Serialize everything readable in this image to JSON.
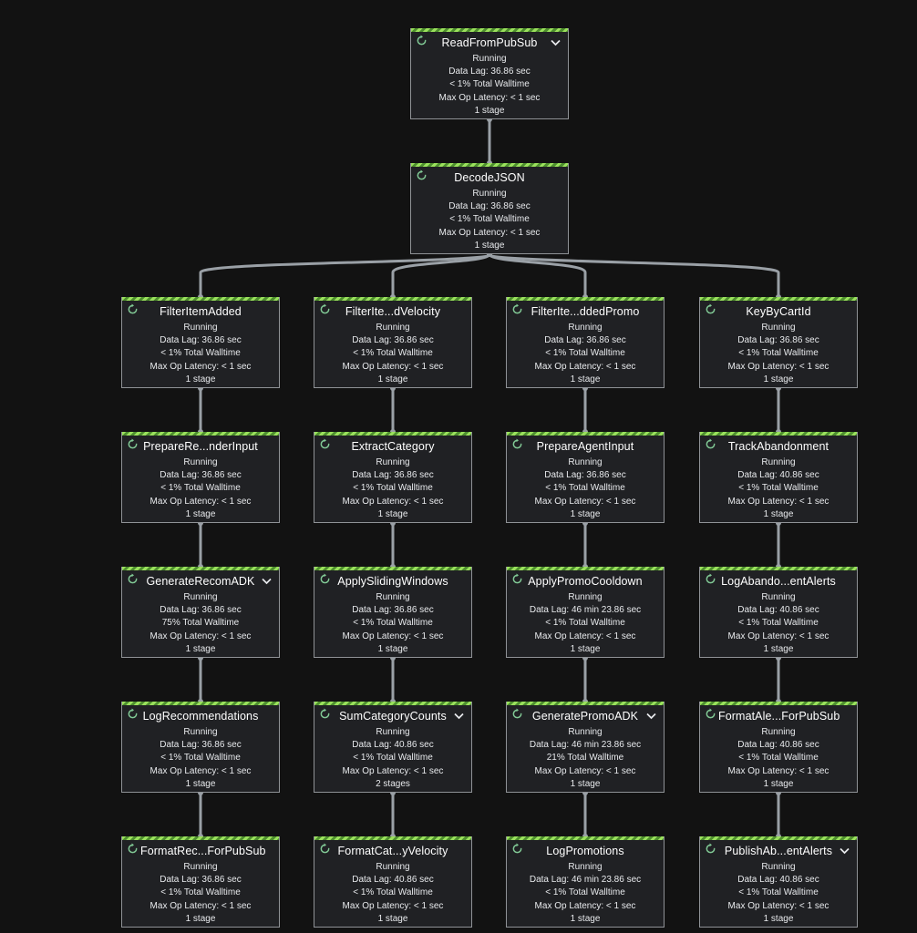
{
  "nodes": [
    {
      "id": "n0",
      "title": "ReadFromPubSub",
      "status": "Running",
      "lag": "Data Lag: 36.86 sec",
      "walltime": "< 1% Total Walltime",
      "latency": "Max Op Latency: < 1 sec",
      "stages": "1 stage",
      "expand": true
    },
    {
      "id": "n1",
      "title": "DecodeJSON",
      "status": "Running",
      "lag": "Data Lag: 36.86 sec",
      "walltime": "< 1% Total Walltime",
      "latency": "Max Op Latency: < 1 sec",
      "stages": "1 stage",
      "expand": false
    },
    {
      "id": "a1",
      "title": "FilterItemAdded",
      "status": "Running",
      "lag": "Data Lag: 36.86 sec",
      "walltime": "< 1% Total Walltime",
      "latency": "Max Op Latency: < 1 sec",
      "stages": "1 stage",
      "expand": false
    },
    {
      "id": "a2",
      "title": "PrepareRe...nderInput",
      "status": "Running",
      "lag": "Data Lag: 36.86 sec",
      "walltime": "< 1% Total Walltime",
      "latency": "Max Op Latency: < 1 sec",
      "stages": "1 stage",
      "expand": false
    },
    {
      "id": "a3",
      "title": "GenerateRecomADK",
      "status": "Running",
      "lag": "Data Lag: 36.86 sec",
      "walltime": "75% Total Walltime",
      "latency": "Max Op Latency: < 1 sec",
      "stages": "1 stage",
      "expand": true
    },
    {
      "id": "a4",
      "title": "LogRecommendations",
      "status": "Running",
      "lag": "Data Lag: 36.86 sec",
      "walltime": "< 1% Total Walltime",
      "latency": "Max Op Latency: < 1 sec",
      "stages": "1 stage",
      "expand": false
    },
    {
      "id": "a5",
      "title": "FormatRec...ForPubSub",
      "status": "Running",
      "lag": "Data Lag: 36.86 sec",
      "walltime": "< 1% Total Walltime",
      "latency": "Max Op Latency: < 1 sec",
      "stages": "1 stage",
      "expand": false
    },
    {
      "id": "b1",
      "title": "FilterIte...dVelocity",
      "status": "Running",
      "lag": "Data Lag: 36.86 sec",
      "walltime": "< 1% Total Walltime",
      "latency": "Max Op Latency: < 1 sec",
      "stages": "1 stage",
      "expand": false
    },
    {
      "id": "b2",
      "title": "ExtractCategory",
      "status": "Running",
      "lag": "Data Lag: 36.86 sec",
      "walltime": "< 1% Total Walltime",
      "latency": "Max Op Latency: < 1 sec",
      "stages": "1 stage",
      "expand": false
    },
    {
      "id": "b3",
      "title": "ApplySlidingWindows",
      "status": "Running",
      "lag": "Data Lag: 36.86 sec",
      "walltime": "< 1% Total Walltime",
      "latency": "Max Op Latency: < 1 sec",
      "stages": "1 stage",
      "expand": false
    },
    {
      "id": "b4",
      "title": "SumCategoryCounts",
      "status": "Running",
      "lag": "Data Lag: 40.86 sec",
      "walltime": "< 1% Total Walltime",
      "latency": "Max Op Latency: < 1 sec",
      "stages": "2 stages",
      "expand": true
    },
    {
      "id": "b5",
      "title": "FormatCat...yVelocity",
      "status": "Running",
      "lag": "Data Lag: 40.86 sec",
      "walltime": "< 1% Total Walltime",
      "latency": "Max Op Latency: < 1 sec",
      "stages": "1 stage",
      "expand": false
    },
    {
      "id": "c1",
      "title": "FilterIte...ddedPromo",
      "status": "Running",
      "lag": "Data Lag: 36.86 sec",
      "walltime": "< 1% Total Walltime",
      "latency": "Max Op Latency: < 1 sec",
      "stages": "1 stage",
      "expand": false
    },
    {
      "id": "c2",
      "title": "PrepareAgentInput",
      "status": "Running",
      "lag": "Data Lag: 36.86 sec",
      "walltime": "< 1% Total Walltime",
      "latency": "Max Op Latency: < 1 sec",
      "stages": "1 stage",
      "expand": false
    },
    {
      "id": "c3",
      "title": "ApplyPromoCooldown",
      "status": "Running",
      "lag": "Data Lag: 46 min 23.86 sec",
      "walltime": "< 1% Total Walltime",
      "latency": "Max Op Latency: < 1 sec",
      "stages": "1 stage",
      "expand": false
    },
    {
      "id": "c4",
      "title": "GeneratePromoADK",
      "status": "Running",
      "lag": "Data Lag: 46 min 23.86 sec",
      "walltime": "21% Total Walltime",
      "latency": "Max Op Latency: < 1 sec",
      "stages": "1 stage",
      "expand": true
    },
    {
      "id": "c5",
      "title": "LogPromotions",
      "status": "Running",
      "lag": "Data Lag: 46 min 23.86 sec",
      "walltime": "< 1% Total Walltime",
      "latency": "Max Op Latency: < 1 sec",
      "stages": "1 stage",
      "expand": false
    },
    {
      "id": "d1",
      "title": "KeyByCartId",
      "status": "Running",
      "lag": "Data Lag: 36.86 sec",
      "walltime": "< 1% Total Walltime",
      "latency": "Max Op Latency: < 1 sec",
      "stages": "1 stage",
      "expand": false
    },
    {
      "id": "d2",
      "title": "TrackAbandonment",
      "status": "Running",
      "lag": "Data Lag: 40.86 sec",
      "walltime": "< 1% Total Walltime",
      "latency": "Max Op Latency: < 1 sec",
      "stages": "1 stage",
      "expand": false
    },
    {
      "id": "d3",
      "title": "LogAbando...entAlerts",
      "status": "Running",
      "lag": "Data Lag: 40.86 sec",
      "walltime": "< 1% Total Walltime",
      "latency": "Max Op Latency: < 1 sec",
      "stages": "1 stage",
      "expand": false
    },
    {
      "id": "d4",
      "title": "FormatAle...ForPubSub",
      "status": "Running",
      "lag": "Data Lag: 40.86 sec",
      "walltime": "< 1% Total Walltime",
      "latency": "Max Op Latency: < 1 sec",
      "stages": "1 stage",
      "expand": false
    },
    {
      "id": "d5",
      "title": "PublishAb...entAlerts",
      "status": "Running",
      "lag": "Data Lag: 40.86 sec",
      "walltime": "< 1% Total Walltime",
      "latency": "Max Op Latency: < 1 sec",
      "stages": "1 stage",
      "expand": true
    }
  ],
  "edges": [
    [
      "n0",
      "n1"
    ],
    [
      "n1",
      "a1"
    ],
    [
      "n1",
      "b1"
    ],
    [
      "n1",
      "c1"
    ],
    [
      "n1",
      "d1"
    ],
    [
      "a1",
      "a2"
    ],
    [
      "a2",
      "a3"
    ],
    [
      "a3",
      "a4"
    ],
    [
      "a4",
      "a5"
    ],
    [
      "b1",
      "b2"
    ],
    [
      "b2",
      "b3"
    ],
    [
      "b3",
      "b4"
    ],
    [
      "b4",
      "b5"
    ],
    [
      "c1",
      "c2"
    ],
    [
      "c2",
      "c3"
    ],
    [
      "c3",
      "c4"
    ],
    [
      "c4",
      "c5"
    ],
    [
      "d1",
      "d2"
    ],
    [
      "d2",
      "d3"
    ],
    [
      "d3",
      "d4"
    ],
    [
      "d4",
      "d5"
    ]
  ],
  "colors": {
    "background": "#121212",
    "node": "#202124",
    "border": "#8f9296",
    "edge": "#9aa0a6",
    "running": "#81c995",
    "stripe": "#9be15d"
  },
  "icons": {
    "status": "running-refresh-icon",
    "expand": "chevron-down-icon"
  }
}
